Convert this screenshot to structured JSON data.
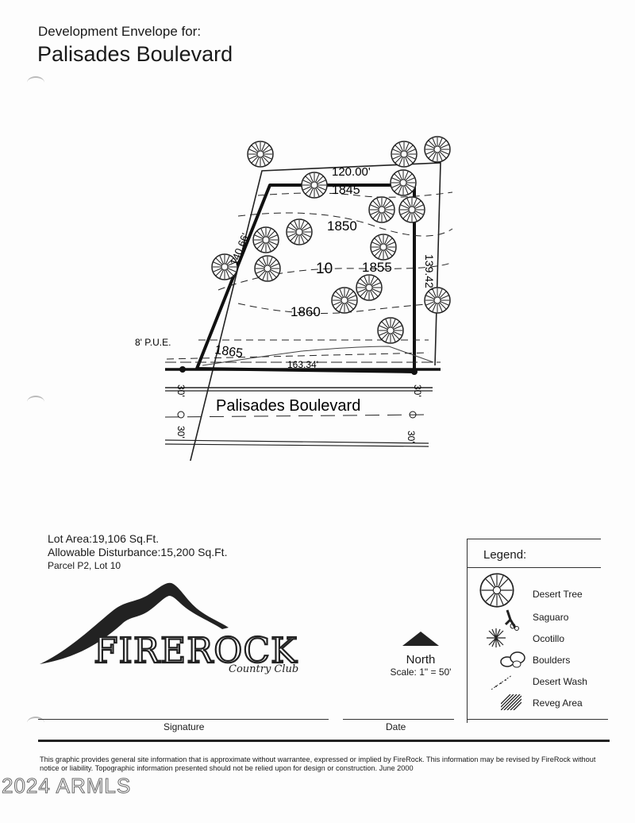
{
  "header": {
    "line1": "Development Envelope for:",
    "line2": "Palisades Boulevard"
  },
  "plat": {
    "dims": {
      "top": "120.00'",
      "left": "140.66'",
      "right": "139.42'",
      "bottom": "163.34'"
    },
    "contours": [
      "1845",
      "1850",
      "1855",
      "1860",
      "1865"
    ],
    "lot_number": "10",
    "pue": "8' P.U.E.",
    "street": "Palisades Boulevard",
    "setback_labels": [
      "30'",
      "30'",
      "30'",
      "30'"
    ]
  },
  "stats": {
    "lot_area": "Lot Area:19,106 Sq.Ft.",
    "disturbance": "Allowable Disturbance:15,200 Sq.Ft.",
    "parcel": "Parcel P2, Lot 10"
  },
  "logo": {
    "name": "FIREROCK",
    "tagline": "Country Club"
  },
  "north": {
    "label": "North",
    "scale": "Scale: 1\" = 50'"
  },
  "legend": {
    "title": "Legend:",
    "items": [
      {
        "icon": "desert-tree-icon",
        "label": "Desert Tree"
      },
      {
        "icon": "saguaro-icon",
        "label": "Saguaro"
      },
      {
        "icon": "ocotillo-icon",
        "label": "Ocotillo"
      },
      {
        "icon": "boulders-icon",
        "label": "Boulders"
      },
      {
        "icon": "desert-wash-icon",
        "label": "Desert Wash"
      },
      {
        "icon": "reveg-area-icon",
        "label": "Reveg Area"
      }
    ]
  },
  "signature": {
    "signature_label": "Signature",
    "date_label": "Date"
  },
  "disclaimer": "This graphic provides general site information that is approximate without warrantee, expressed or implied by FireRock.  This information may be revised by FireRock without notice or liability.  Topographic information presented should not be relied upon for design or construction. June 2000",
  "watermark": "2024 ARMLS"
}
